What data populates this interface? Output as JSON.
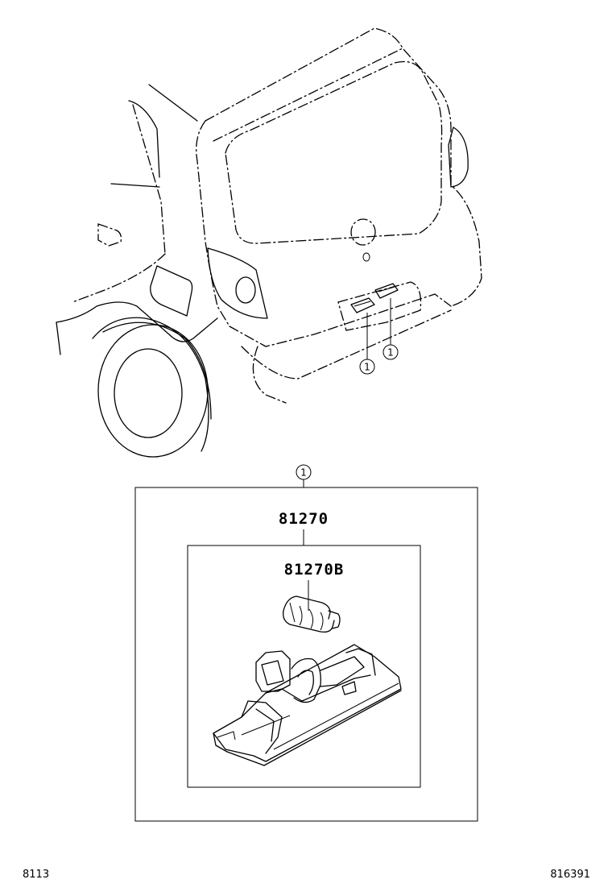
{
  "callouts": {
    "marker_left": "1",
    "marker_right": "1",
    "assembly_marker": "1"
  },
  "parts": {
    "lamp_assembly": "81270",
    "bulb": "81270B"
  },
  "footer": {
    "page_code": "8113",
    "diagram_id": "816391"
  }
}
